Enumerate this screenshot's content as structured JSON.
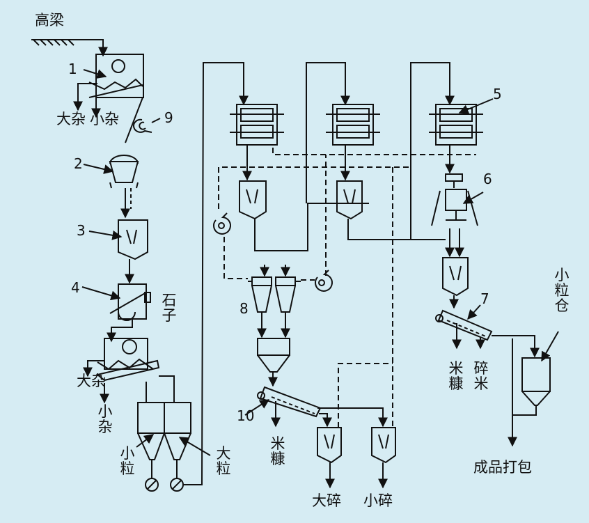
{
  "labels": {
    "source": "高梁",
    "n1": "1",
    "n2": "2",
    "n3": "3",
    "n4": "4",
    "n5": "5",
    "n6": "6",
    "n7": "7",
    "n8": "8",
    "n9": "9",
    "n10": "10",
    "big_impurity_1": "大杂",
    "small_impurity_1": "小杂",
    "stones": "石子",
    "big_impurity_2": "大杂",
    "small_impurity_2": "小杂",
    "small_grain": "小粒",
    "big_grain": "大粒",
    "bran_1": "米糠",
    "big_broken": "大碎",
    "small_broken": "小碎",
    "bran_2": "米糠",
    "broken_rice": "碎米",
    "small_grain_bin": "小粒仓",
    "packing": "成品打包"
  },
  "colors": {
    "background": "#d6ecf3",
    "ink": "#111111"
  }
}
